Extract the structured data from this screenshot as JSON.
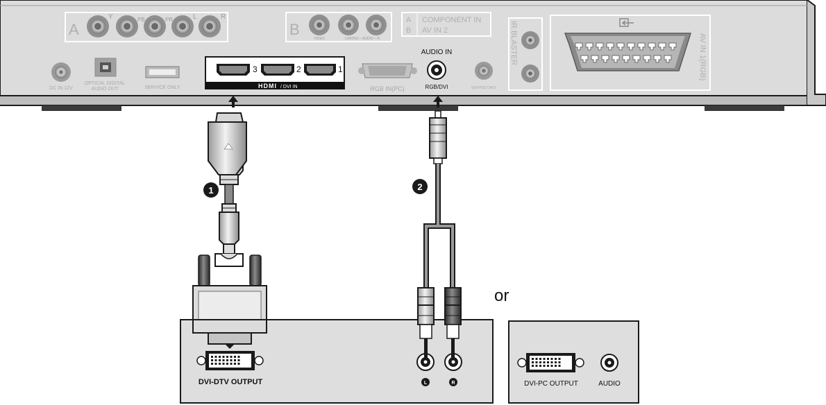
{
  "panel": {
    "group_a": {
      "letter": "A",
      "jack_labels": [
        "Y",
        "PB",
        "PR",
        "L",
        "R"
      ]
    },
    "group_b": {
      "letter": "B",
      "jack_labels": [
        "VIDEO",
        "L/MONO – AUDIO – R"
      ]
    },
    "legend": [
      {
        "letter": "A",
        "text": "COMPONENT IN"
      },
      {
        "letter": "B",
        "text": "AV IN 2"
      }
    ],
    "ir_blaster": "IR BLASTER",
    "av_in_rgb": "AV IN 1(RGB)",
    "scart_icon": "input-arrow-icon",
    "dc_in": "DC IN 12V",
    "optical_line1": "OPTICAL DIGITAL",
    "optical_line2": "AUDIO OUT",
    "service_only_usb": "SERVICE ONLY",
    "hdmi_ports": [
      "3",
      "2",
      "1"
    ],
    "hdmi_logo": "HDMI",
    "hdmi_suffix": "/ DVI IN",
    "rgb_in_pc": "RGB IN(PC)",
    "audio_in": "AUDIO IN",
    "rgb_dvi": "RGB/DVI",
    "service_only_small": "SERVICE ONLY"
  },
  "steps": [
    {
      "num": "1"
    },
    {
      "num": "2"
    }
  ],
  "or_text": "or",
  "device_left": {
    "dvi_label": "DVI-DTV OUTPUT",
    "jack_l": "L",
    "jack_r": "R"
  },
  "device_right": {
    "dvi_label": "DVI-PC OUTPUT",
    "audio_label": "AUDIO"
  },
  "colors": {
    "panel_fill": "#dcdcdc",
    "panel_stroke": "#1a1a1a",
    "label_gray": "#b4b4b4",
    "cable_gray": "#8a8a8a",
    "device_fill": "#dedede"
  }
}
